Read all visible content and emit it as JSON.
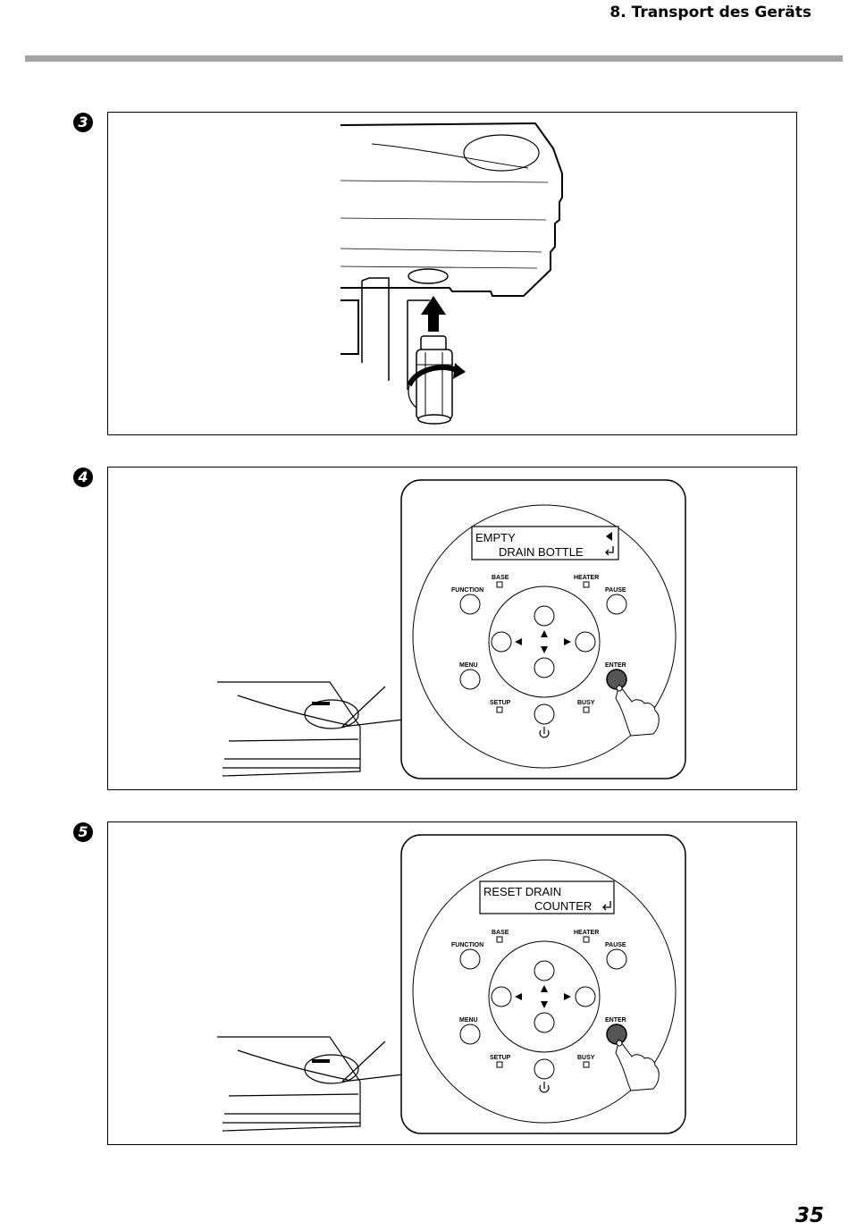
{
  "header": {
    "title": "8. Transport des Geräts"
  },
  "steps": [
    {
      "number": "3"
    },
    {
      "number": "4",
      "panel": {
        "lcd_line1": "EMPTY",
        "lcd_line2": "DRAIN BOTTLE",
        "labels": {
          "function": "FUNCTION",
          "base": "BASE",
          "heater": "HEATER",
          "pause": "PAUSE",
          "menu": "MENU",
          "enter": "ENTER",
          "setup": "SETUP",
          "busy": "BUSY"
        }
      }
    },
    {
      "number": "5",
      "panel": {
        "lcd_line1": "RESET DRAIN",
        "lcd_line2": "COUNTER",
        "labels": {
          "function": "FUNCTION",
          "base": "BASE",
          "heater": "HEATER",
          "pause": "PAUSE",
          "menu": "MENU",
          "enter": "ENTER",
          "setup": "SETUP",
          "busy": "BUSY"
        }
      }
    }
  ],
  "footer": {
    "page_number": "35"
  }
}
